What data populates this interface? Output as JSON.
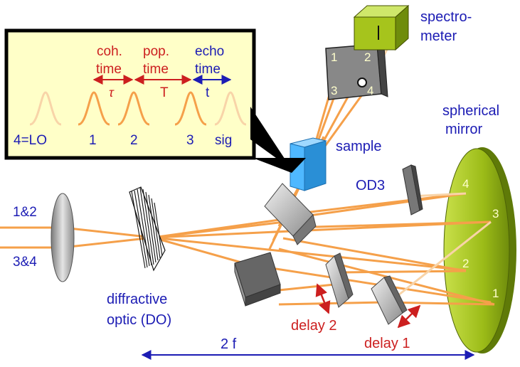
{
  "inset": {
    "headers": {
      "coh": "coh.",
      "coh_time": "time",
      "pop": "pop.",
      "pop_time": "time",
      "echo": "echo",
      "echo_time": "time"
    },
    "delay_symbols": {
      "tau": "τ",
      "T": "T",
      "t": "t"
    },
    "pulse_labels": [
      "4=LO",
      "1",
      "2",
      "3",
      "sig"
    ]
  },
  "labels": {
    "spectrometer_line1": "spectro-",
    "spectrometer_line2": "meter",
    "sample": "sample",
    "spherical_line1": "spherical",
    "spherical_line2": "mirror",
    "od3": "OD3",
    "input_12": "1&2",
    "input_34": "3&4",
    "do_line1": "diffractive",
    "do_line2": "optic (DO)",
    "delay2": "delay 2",
    "delay1": "delay 1",
    "focal": "2 f"
  },
  "mirror_spots": [
    "4",
    "3",
    "2",
    "1"
  ],
  "detector_spots": [
    "1",
    "2",
    "3",
    "4"
  ],
  "colors": {
    "beam": "#f5a04a",
    "beam_faint": "#f8d4a8",
    "inset_bg": "#ffffc8",
    "label_blue": "#1c1cb4",
    "label_red": "#cc1f1f",
    "mirror_green": "#a6c41c",
    "sample_blue": "#4fb8ff"
  }
}
